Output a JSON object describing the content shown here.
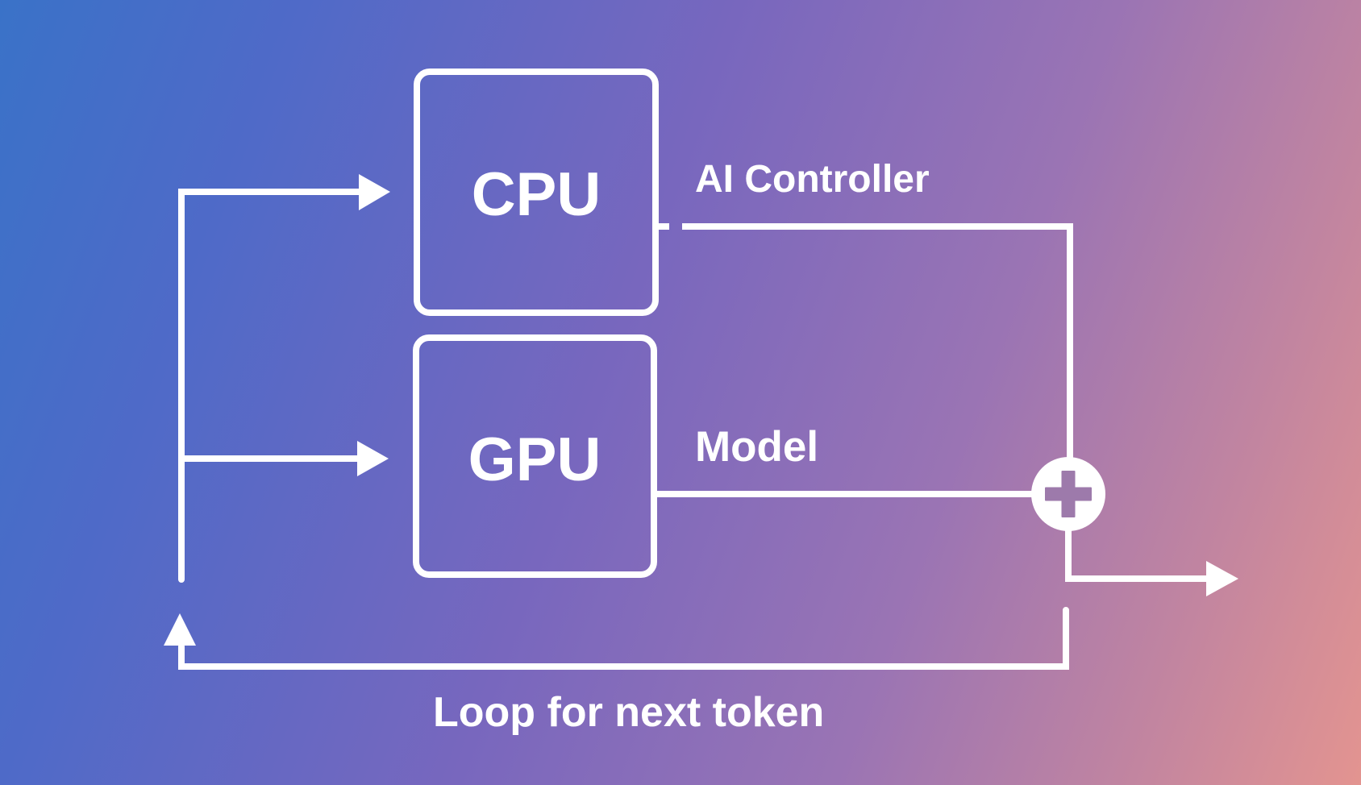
{
  "colors": {
    "grad_1": "#3a72c8",
    "grad_2": "#4f6ac8",
    "grad_3": "#7867be",
    "grad_4": "#9a74b4",
    "grad_5": "#c285a0",
    "grad_6": "#e39490",
    "line": "#ffffff",
    "plus_glyph": "#9d7aab"
  },
  "diagram": {
    "cpu": {
      "label": "CPU",
      "output_label": "AI Controller"
    },
    "gpu": {
      "label": "GPU",
      "output_label": "Model"
    },
    "loop_label": "Loop for next token",
    "sum_node_icon": "plus-icon"
  }
}
